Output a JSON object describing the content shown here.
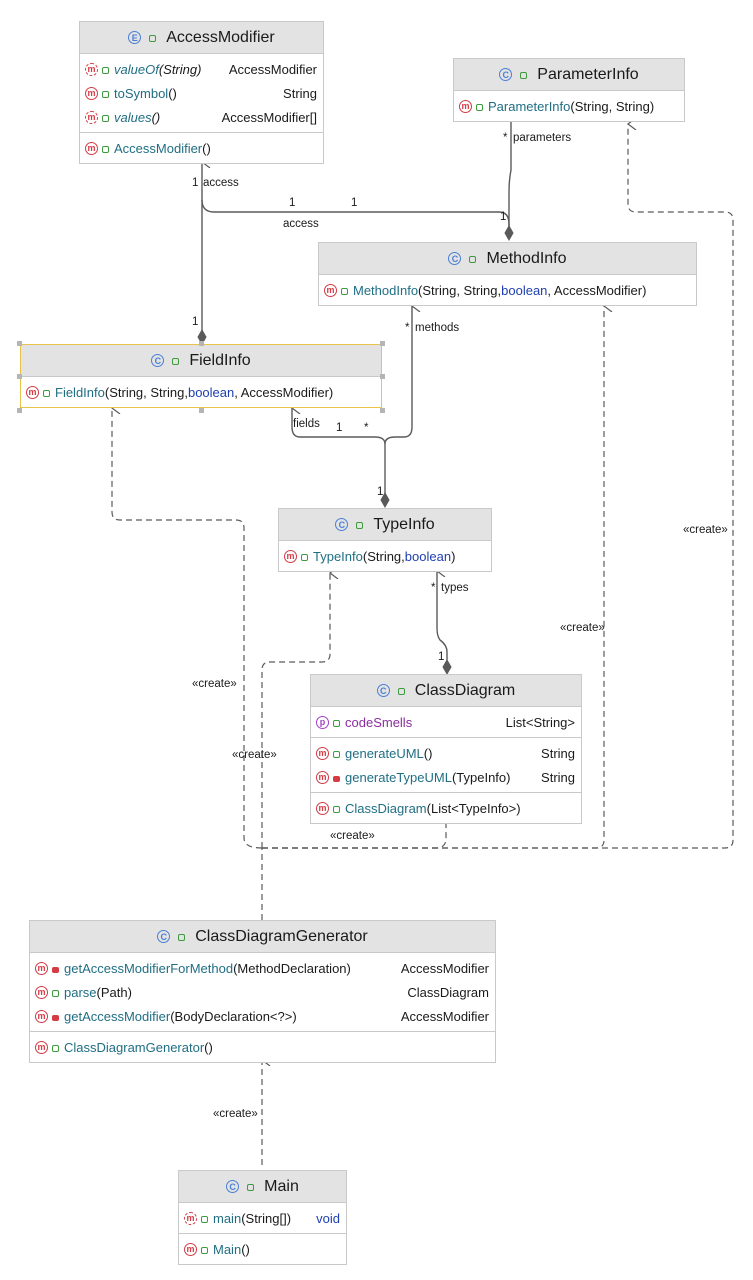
{
  "classes": {
    "access_modifier": {
      "kind": "E",
      "name": "AccessModifier",
      "methods": [
        {
          "badge": "static",
          "vis": "public",
          "name": "valueOf",
          "italic": true,
          "params": "(String)",
          "ret": "AccessModifier"
        },
        {
          "badge": "m",
          "vis": "public",
          "name": "toSymbol",
          "italic": false,
          "params": "()",
          "ret": "String"
        },
        {
          "badge": "static",
          "vis": "public",
          "name": "values",
          "italic": true,
          "params": "()",
          "ret": "AccessModifier[]"
        }
      ],
      "constructors": [
        {
          "name": "AccessModifier",
          "params": "()"
        }
      ]
    },
    "parameter_info": {
      "kind": "C",
      "name": "ParameterInfo",
      "constructors": [
        {
          "name": "ParameterInfo",
          "params": "(String, String)"
        }
      ]
    },
    "method_info": {
      "kind": "C",
      "name": "MethodInfo",
      "constructors": [
        {
          "name": "MethodInfo",
          "params_pre": "(String, String, ",
          "kw": "boolean",
          "params_post": ", AccessModifier)"
        }
      ]
    },
    "field_info": {
      "kind": "C",
      "name": "FieldInfo",
      "constructors": [
        {
          "name": "FieldInfo",
          "params_pre": "(String, String, ",
          "kw": "boolean",
          "params_post": ", AccessModifier)"
        }
      ]
    },
    "type_info": {
      "kind": "C",
      "name": "TypeInfo",
      "constructors": [
        {
          "name": "TypeInfo",
          "params_pre": "(String, ",
          "kw": "boolean",
          "params_post": ")"
        }
      ]
    },
    "class_diagram": {
      "kind": "C",
      "name": "ClassDiagram",
      "fields": [
        {
          "name": "codeSmells",
          "type": "List<String>"
        }
      ],
      "methods": [
        {
          "vis": "public",
          "name": "generateUML",
          "params": "()",
          "ret": "String"
        },
        {
          "vis": "private",
          "name": "generateTypeUML",
          "params": "(TypeInfo)",
          "ret": "String"
        }
      ],
      "constructors": [
        {
          "name": "ClassDiagram",
          "params": "(List<TypeInfo>)"
        }
      ]
    },
    "generator": {
      "kind": "C",
      "name": "ClassDiagramGenerator",
      "methods": [
        {
          "vis": "private",
          "name": "getAccessModifierForMethod",
          "params": "(MethodDeclaration)",
          "ret": "AccessModifier"
        },
        {
          "vis": "public",
          "name": "parse",
          "params": "(Path)",
          "ret": "ClassDiagram"
        },
        {
          "vis": "private",
          "name": "getAccessModifier",
          "params": "(BodyDeclaration<?>)",
          "ret": "AccessModifier"
        }
      ],
      "constructors": [
        {
          "name": "ClassDiagramGenerator",
          "params": "()"
        }
      ]
    },
    "main": {
      "kind": "C",
      "name": "Main",
      "methods": [
        {
          "badge": "static",
          "vis": "public",
          "name": "main",
          "params": "(String[])",
          "ret": "void"
        }
      ],
      "constructors": [
        {
          "name": "Main",
          "params": "()"
        }
      ]
    }
  },
  "labels": {
    "access_1_a": "1",
    "access_word_a": "access",
    "access_1_b": "1",
    "access_1_c": "1",
    "access_word_b": "access",
    "access_1_d": "1",
    "parameters_star": "*",
    "parameters_word": "parameters",
    "fieldinfo_1": "1",
    "methods_star": "*",
    "methods_word": "methods",
    "fields_word": "fields",
    "fields_1": "1",
    "fields_star": "*",
    "typeinfo_1": "1",
    "types_star": "*",
    "types_word": "types",
    "classdiagram_1": "1",
    "create_right": "«create»",
    "create_method": "«create»",
    "create_field": "«create»",
    "create_type": "«create»",
    "create_cd": "«create»",
    "create_main": "«create»"
  },
  "colors": {
    "edge": "#5a5a5a",
    "header": "#e3e3e3",
    "method_name": "#1f6e83",
    "keyword": "#1f3fb0",
    "field_name": "#8a2d9e",
    "selection": "#e8c44a"
  }
}
